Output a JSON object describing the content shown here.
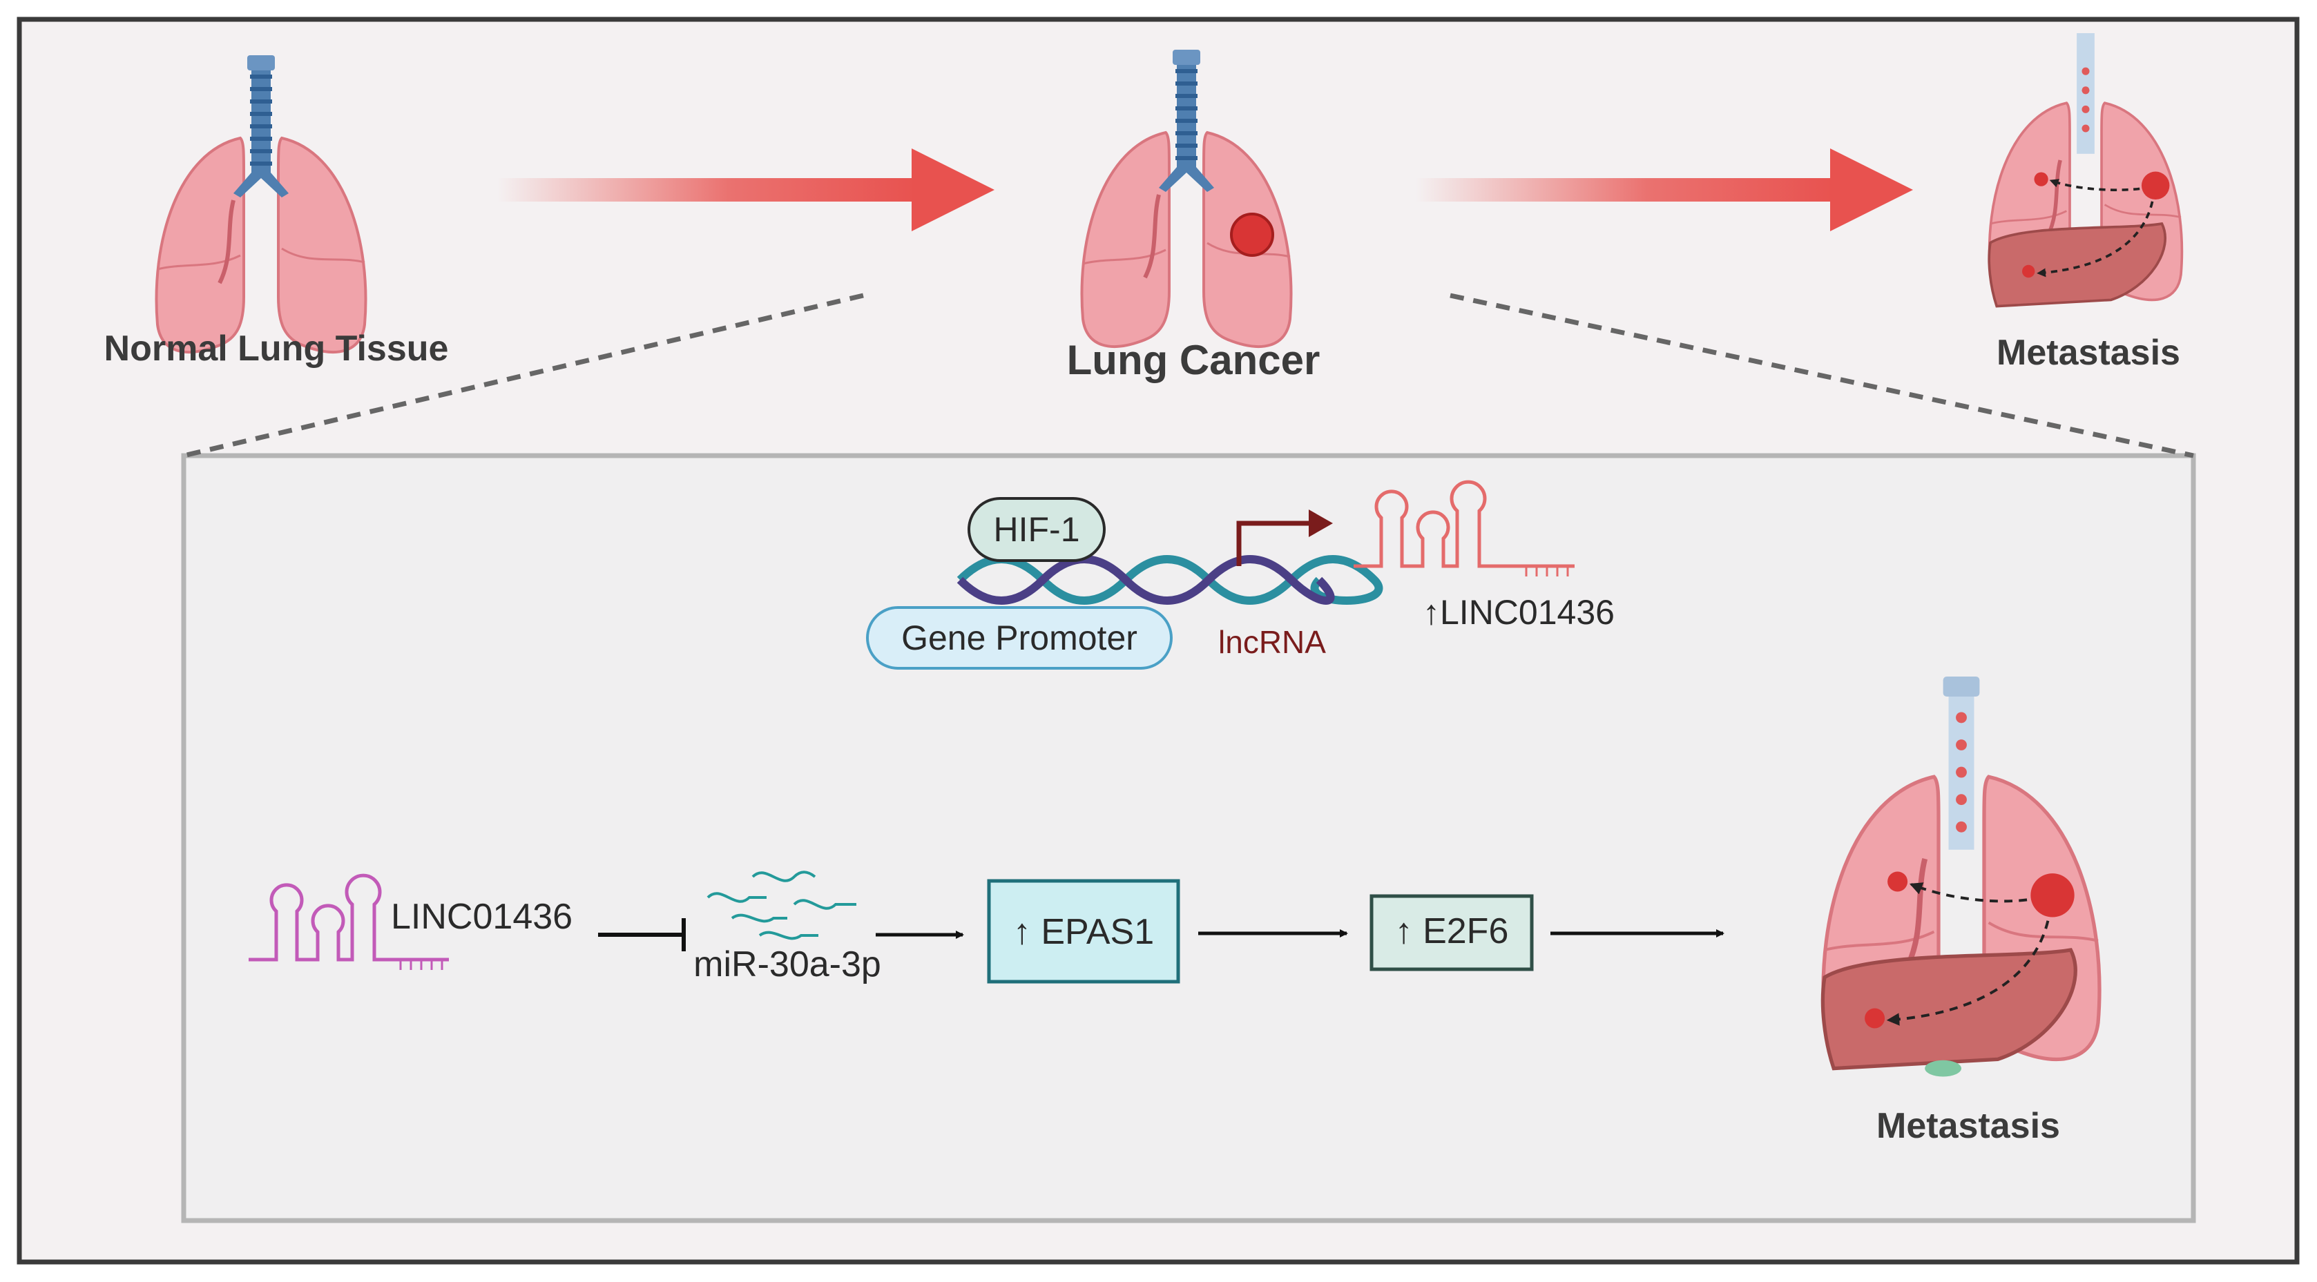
{
  "top": {
    "stage_normal": "Normal Lung Tissue",
    "stage_cancer": "Lung Cancer",
    "stage_metastasis": "Metastasis"
  },
  "promoter": {
    "hif1": "HIF-1",
    "gene_promoter": "Gene Promoter",
    "lncrna": "lncRNA",
    "linc_up": "↑LINC01436"
  },
  "pathway": {
    "linc": "LINC01436",
    "mir": "miR-30a-3p",
    "epas1": "↑ EPAS1",
    "e2f6": "↑ E2F6",
    "outcome": "Metastasis"
  },
  "colors": {
    "lung": "#f0a3aa",
    "lung_dark": "#d9767f",
    "trachea": "#4f7fb0",
    "tumor": "#d93535",
    "arrow_red": "#e8524f",
    "dna_teal": "#2b8fa0",
    "dna_purple": "#4b3f86",
    "lncrna_red": "#7a1c1c",
    "rna_pink": "#e46b6b",
    "rna_magenta": "#c25ab8",
    "mir_teal": "#239a9a",
    "box_fill": "#cdeef2",
    "box_fill2": "#d9ebe6"
  }
}
